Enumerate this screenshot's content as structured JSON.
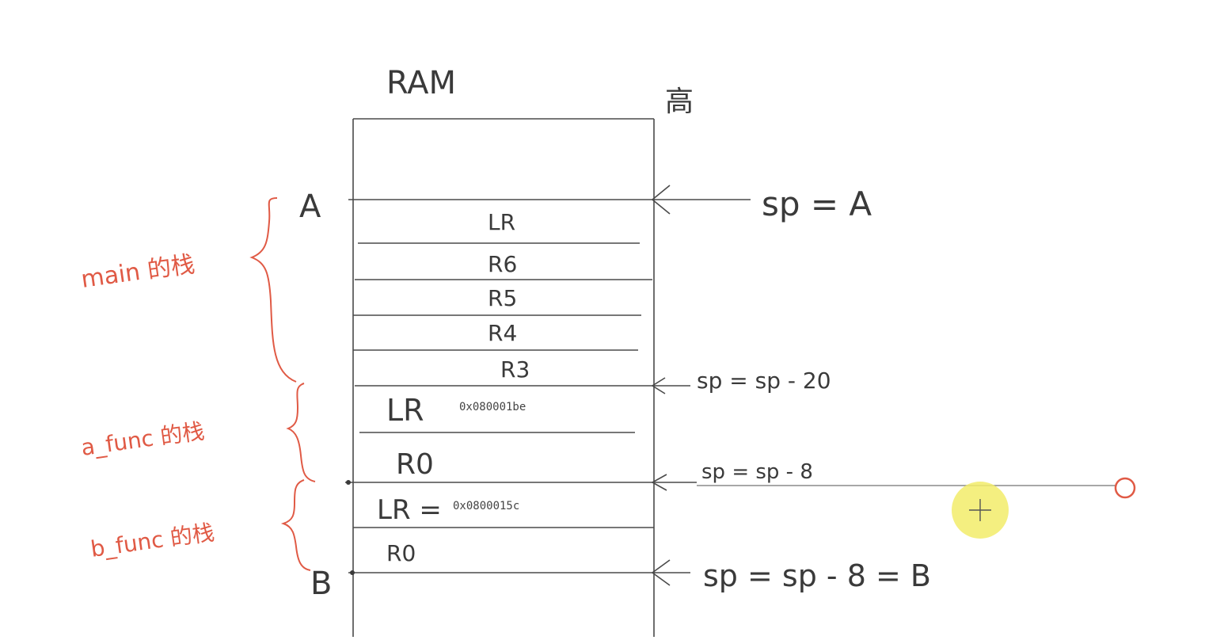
{
  "ram_label": "RAM",
  "high_label": "高",
  "marker_A": "A",
  "marker_B": "B",
  "slots": [
    "LR",
    "R6",
    "R5",
    "R4",
    "R3",
    "LR",
    "R0",
    "LR =",
    "R0"
  ],
  "lr_a_value": "0x080001be",
  "lr_b_value": "0x0800015c",
  "sp_annotations": [
    "sp = A",
    "sp = sp - 20",
    "sp = sp - 8",
    "sp = sp - 8 = B"
  ],
  "stack_frames": [
    "main 的栈",
    "a_func 的栈",
    "b_func 的栈"
  ],
  "colors": {
    "ink": "#3a3a3a",
    "red": "#e05a45",
    "highlight": "#f2ec6a"
  },
  "icons": [
    "crosshair-cursor-icon",
    "circle-handle-icon"
  ]
}
